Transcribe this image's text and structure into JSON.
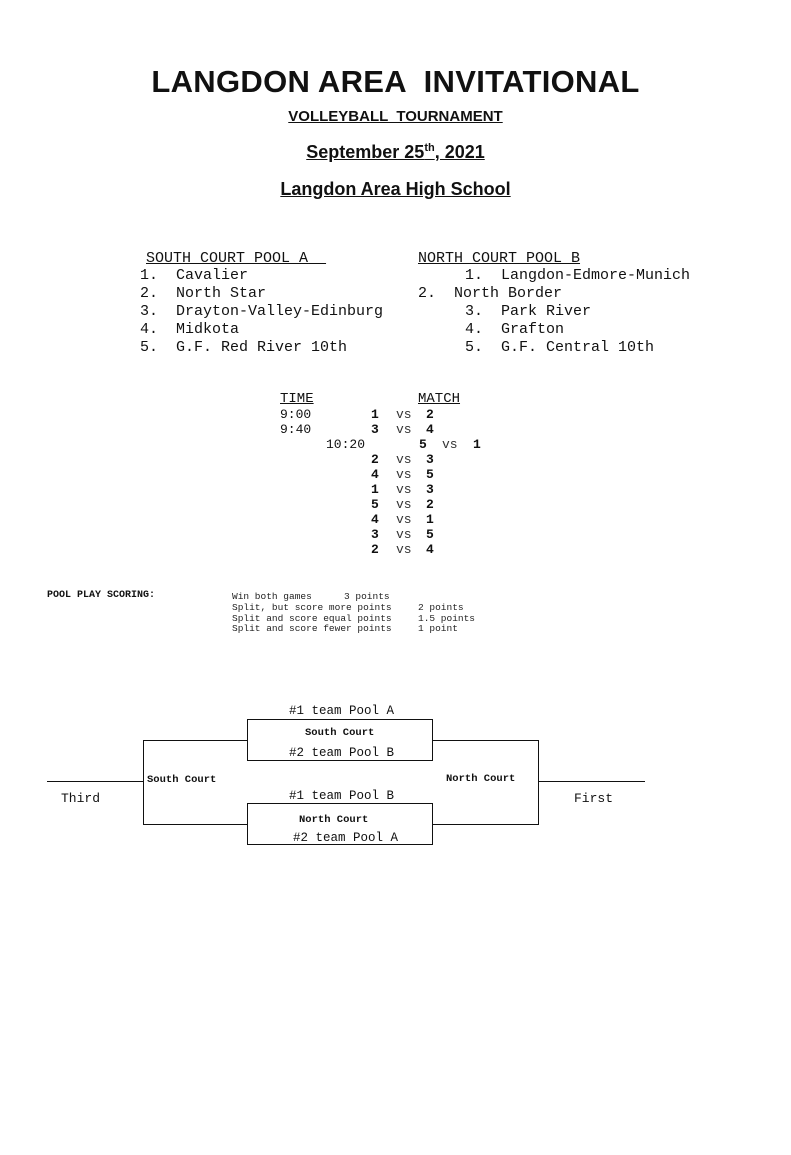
{
  "header": {
    "title": "LANGDON AREA  INVITATIONAL",
    "subtitle": "VOLLEYBALL  TOURNAMENT",
    "date_prefix": "September 25",
    "date_sup": "th",
    "date_suffix": ", 2021",
    "venue": "Langdon Area High School"
  },
  "pool_a": {
    "heading": "SOUTH COURT POOL A",
    "items": [
      {
        "num": "1.",
        "team": "Cavalier"
      },
      {
        "num": "2.",
        "team": "North Star"
      },
      {
        "num": "3.",
        "team": "Drayton-Valley-Edinburg"
      },
      {
        "num": "4.",
        "team": "Midkota"
      },
      {
        "num": "5.",
        "team": "G.F. Red River 10th"
      }
    ]
  },
  "pool_b": {
    "heading": "NORTH COURT POOL B",
    "items": [
      {
        "num": "1.",
        "team": "Langdon-Edmore-Munich"
      },
      {
        "num": "2.",
        "team": "North Border"
      },
      {
        "num": "3.",
        "team": "Park River"
      },
      {
        "num": "4.",
        "team": "Grafton"
      },
      {
        "num": "5.",
        "team": "G.F. Central 10th"
      }
    ]
  },
  "schedule": {
    "time_heading": "TIME",
    "match_heading": "MATCH",
    "vs": "vs",
    "rows": [
      {
        "time": "9:00",
        "a": "1",
        "b": "2"
      },
      {
        "time": "9:40",
        "a": "3",
        "b": "4"
      },
      {
        "time": "10:20",
        "a": "5",
        "b": "1"
      },
      {
        "time": "",
        "a": "2",
        "b": "3"
      },
      {
        "time": "",
        "a": "4",
        "b": "5"
      },
      {
        "time": "",
        "a": "1",
        "b": "3"
      },
      {
        "time": "",
        "a": "5",
        "b": "2"
      },
      {
        "time": "",
        "a": "4",
        "b": "1"
      },
      {
        "time": "",
        "a": "3",
        "b": "5"
      },
      {
        "time": "",
        "a": "2",
        "b": "4"
      }
    ]
  },
  "scoring": {
    "label": "POOL PLAY SCORING:",
    "rows": [
      {
        "desc": "Win both games",
        "points": "3 points"
      },
      {
        "desc": "Split, but score more points",
        "points": "2 points"
      },
      {
        "desc": "Split and score equal points",
        "points": "1.5 points"
      },
      {
        "desc": "Split and score fewer points",
        "points": "1 point"
      }
    ]
  },
  "bracket": {
    "top_team_1": "#1 team Pool A",
    "top_court": "South Court",
    "top_team_2": "#2 team Pool B",
    "bottom_team_1": "#1 team Pool B",
    "bottom_court": "North Court",
    "bottom_team_2": "#2 team Pool A",
    "left_court": "South Court",
    "right_court": "North Court",
    "left_place": "Third",
    "right_place": "First"
  }
}
